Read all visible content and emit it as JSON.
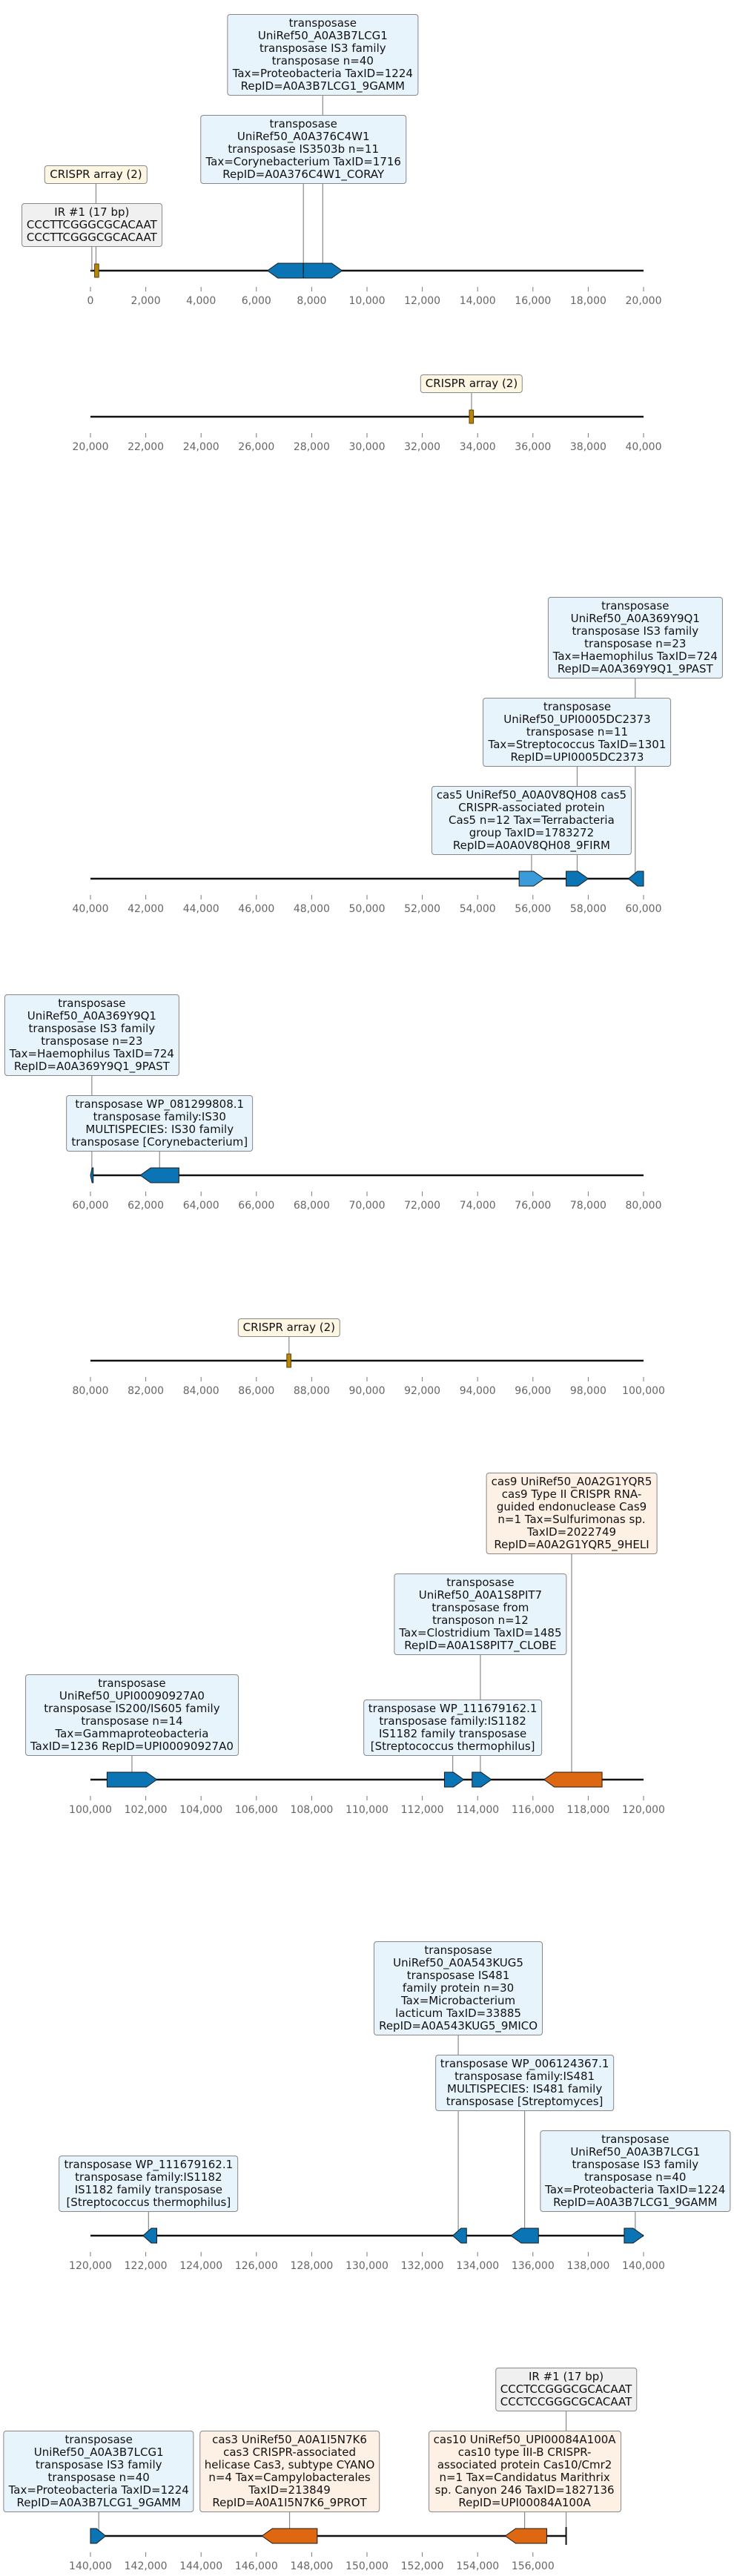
{
  "colors": {
    "transposase": "#0b74b5",
    "transposase_light": "#3a9bd8",
    "cas": "#dd6811",
    "crispr": "#b8860b",
    "box_blue": "#e8f4fc",
    "box_orange": "#fdf0e4",
    "box_cream": "#fdf6e3",
    "box_grey": "#f0f0f0"
  },
  "panels": [
    {
      "domain": [
        0,
        20000
      ],
      "ticks": [
        "0",
        "2,000",
        "4,000",
        "6,000",
        "8,000",
        "10,000",
        "12,000",
        "14,000",
        "16,000",
        "18,000",
        "20,000"
      ],
      "line_end": 20000,
      "features": [
        {
          "kind": "crispr",
          "start": 150,
          "end": 300
        },
        {
          "kind": "gene",
          "start": 6400,
          "end": 7700,
          "strand": -1,
          "color": "transposase"
        },
        {
          "kind": "gene",
          "start": 7700,
          "end": 9100,
          "strand": 1,
          "color": "transposase"
        }
      ],
      "labels": [
        {
          "text": "transposase\nUniRef50_A0A3B7LCG1\ntransposase IS3 family\ntransposase n=40\nTax=Proteobacteria TaxID=1224\nRepID=A0A3B7LCG1_9GAMM",
          "style": "blue",
          "anchor": 8400,
          "level": 2
        },
        {
          "text": "transposase\nUniRef50_A0A376C4W1\ntransposase IS3503b n=11\nTax=Corynebacterium TaxID=1716\nRepID=A0A376C4W1_CORAY",
          "style": "blue",
          "anchor": 7700,
          "level": 1
        },
        {
          "text": "CRISPR array (2)",
          "style": "cream",
          "anchor": 200,
          "level": 1
        },
        {
          "text": "IR #1 (17 bp)\nCCCTTCGGGCGCACAAT\nCCCTTCGGGCGCACAAT",
          "style": "grey",
          "anchor": 50,
          "level": 0
        }
      ]
    },
    {
      "domain": [
        20000,
        40000
      ],
      "ticks": [
        "20,000",
        "22,000",
        "24,000",
        "26,000",
        "28,000",
        "30,000",
        "32,000",
        "34,000",
        "36,000",
        "38,000",
        "40,000"
      ],
      "line_end": 40000,
      "features": [
        {
          "kind": "crispr",
          "start": 33700,
          "end": 33850
        }
      ],
      "labels": [
        {
          "text": "CRISPR array (2)",
          "style": "cream",
          "anchor": 33780,
          "level": 0
        }
      ]
    },
    {
      "domain": [
        40000,
        60000
      ],
      "ticks": [
        "40,000",
        "42,000",
        "44,000",
        "46,000",
        "48,000",
        "50,000",
        "52,000",
        "54,000",
        "56,000",
        "58,000",
        "60,000"
      ],
      "line_end": 60000,
      "features": [
        {
          "kind": "gene",
          "start": 55500,
          "end": 56400,
          "strand": 1,
          "color": "transposase_light"
        },
        {
          "kind": "gene",
          "start": 57200,
          "end": 58000,
          "strand": 1,
          "color": "transposase"
        },
        {
          "kind": "gene",
          "start": 59450,
          "end": 60000,
          "strand": -1,
          "color": "transposase"
        }
      ],
      "labels": [
        {
          "text": "transposase\nUniRef50_A0A369Y9Q1\ntransposase IS3 family\ntransposase n=23\nTax=Haemophilus TaxID=724\nRepID=A0A369Y9Q1_9PAST",
          "style": "blue",
          "anchor": 59700,
          "level": 2
        },
        {
          "text": "transposase\nUniRef50_UPI0005DC2373\ntransposase n=11\nTax=Streptococcus TaxID=1301\nRepID=UPI0005DC2373",
          "style": "blue",
          "anchor": 57600,
          "level": 1
        },
        {
          "text": "cas5 UniRef50_A0A0V8QH08 cas5\nCRISPR-associated protein\nCas5 n=12 Tax=Terrabacteria\ngroup TaxID=1783272\nRepID=A0A0V8QH08_9FIRM",
          "style": "blue",
          "anchor": 55950,
          "level": 0
        }
      ]
    },
    {
      "domain": [
        60000,
        80000
      ],
      "ticks": [
        "60,000",
        "62,000",
        "64,000",
        "66,000",
        "68,000",
        "70,000",
        "72,000",
        "74,000",
        "76,000",
        "78,000",
        "80,000"
      ],
      "line_end": 80000,
      "features": [
        {
          "kind": "gene",
          "start": 60000,
          "end": 60100,
          "strand": -1,
          "color": "transposase"
        },
        {
          "kind": "gene",
          "start": 61800,
          "end": 63200,
          "strand": -1,
          "color": "transposase"
        }
      ],
      "labels": [
        {
          "text": "transposase\nUniRef50_A0A369Y9Q1\ntransposase IS3 family\ntransposase n=23\nTax=Haemophilus TaxID=724\nRepID=A0A369Y9Q1_9PAST",
          "style": "blue",
          "anchor": 60050,
          "level": 1
        },
        {
          "text": "transposase WP_081299808.1\ntransposase family:IS30\nMULTISPECIES: IS30 family\ntransposase [Corynebacterium]",
          "style": "blue",
          "anchor": 62500,
          "level": 0
        }
      ]
    },
    {
      "domain": [
        80000,
        100000
      ],
      "ticks": [
        "80,000",
        "82,000",
        "84,000",
        "86,000",
        "88,000",
        "90,000",
        "92,000",
        "94,000",
        "96,000",
        "98,000",
        "100,000"
      ],
      "line_end": 100000,
      "features": [
        {
          "kind": "crispr",
          "start": 87100,
          "end": 87250
        }
      ],
      "labels": [
        {
          "text": "CRISPR array (2)",
          "style": "cream",
          "anchor": 87180,
          "level": 0
        }
      ]
    },
    {
      "domain": [
        100000,
        120000
      ],
      "ticks": [
        "100,000",
        "102,000",
        "104,000",
        "106,000",
        "108,000",
        "110,000",
        "112,000",
        "114,000",
        "116,000",
        "118,000",
        "120,000"
      ],
      "line_end": 120000,
      "features": [
        {
          "kind": "gene",
          "start": 100600,
          "end": 102400,
          "strand": 1,
          "color": "transposase"
        },
        {
          "kind": "gene",
          "start": 112800,
          "end": 113500,
          "strand": 1,
          "color": "transposase"
        },
        {
          "kind": "gene",
          "start": 113800,
          "end": 114500,
          "strand": 1,
          "color": "transposase"
        },
        {
          "kind": "gene",
          "start": 116400,
          "end": 118500,
          "strand": -1,
          "color": "cas"
        }
      ],
      "labels": [
        {
          "text": "cas9 UniRef50_A0A2G1YQR5\ncas9 Type II CRISPR RNA-\nguided endonuclease Cas9\nn=1 Tax=Sulfurimonas sp.\nTaxID=2022749\nRepID=A0A2G1YQR5_9HELI",
          "style": "orange",
          "anchor": 117400,
          "level": 2
        },
        {
          "text": "transposase\nUniRef50_A0A1S8PIT7\ntransposase from\ntransposon n=12\nTax=Clostridium TaxID=1485\nRepID=A0A1S8PIT7_CLOBE",
          "style": "blue",
          "anchor": 114100,
          "level": 1
        },
        {
          "text": "transposase\nUniRef50_UPI00090927A0\ntransposase IS200/IS605 family\ntransposase n=14\nTax=Gammaproteobacteria\nTaxID=1236 RepID=UPI00090927A0",
          "style": "blue",
          "anchor": 101500,
          "level": 0
        },
        {
          "text": "transposase WP_111679162.1\ntransposase family:IS1182\nIS1182 family transposase\n[Streptococcus thermophilus]",
          "style": "blue",
          "anchor": 113100,
          "level": 0
        }
      ]
    },
    {
      "domain": [
        120000,
        140000
      ],
      "ticks": [
        "120,000",
        "122,000",
        "124,000",
        "126,000",
        "128,000",
        "130,000",
        "132,000",
        "134,000",
        "136,000",
        "138,000",
        "140,000"
      ],
      "line_end": 140000,
      "features": [
        {
          "kind": "gene",
          "start": 121900,
          "end": 122400,
          "strand": -1,
          "color": "transposase"
        },
        {
          "kind": "gene",
          "start": 133100,
          "end": 133600,
          "strand": -1,
          "color": "transposase"
        },
        {
          "kind": "gene",
          "start": 135200,
          "end": 136200,
          "strand": -1,
          "color": "transposase"
        },
        {
          "kind": "gene",
          "start": 139300,
          "end": 140000,
          "strand": 1,
          "color": "transposase"
        }
      ],
      "labels": [
        {
          "text": "transposase\nUniRef50_A0A543KUG5\ntransposase IS481\nfamily protein n=30\nTax=Microbacterium\nlacticum TaxID=33885\nRepID=A0A543KUG5_9MICO",
          "style": "blue",
          "anchor": 133300,
          "level": 2
        },
        {
          "text": "transposase WP_006124367.1\ntransposase family:IS481\nMULTISPECIES: IS481 family\ntransposase [Streptomyces]",
          "style": "blue",
          "anchor": 135700,
          "level": 1
        },
        {
          "text": "transposase WP_111679162.1\ntransposase family:IS1182\nIS1182 family transposase\n[Streptococcus thermophilus]",
          "style": "blue",
          "anchor": 122100,
          "level": 0
        },
        {
          "text": "transposase\nUniRef50_A0A3B7LCG1\ntransposase IS3 family\ntransposase n=40\nTax=Proteobacteria TaxID=1224\nRepID=A0A3B7LCG1_9GAMM",
          "style": "blue",
          "anchor": 139700,
          "level": 0
        }
      ]
    },
    {
      "domain": [
        140000,
        160000
      ],
      "ticks": [
        "140,000",
        "142,000",
        "144,000",
        "146,000",
        "148,000",
        "150,000",
        "152,000",
        "154,000",
        "156,000"
      ],
      "line_end": 157200,
      "features": [
        {
          "kind": "gene",
          "start": 140000,
          "end": 140550,
          "strand": 1,
          "color": "transposase"
        },
        {
          "kind": "gene",
          "start": 146200,
          "end": 148200,
          "strand": -1,
          "color": "cas"
        },
        {
          "kind": "gene",
          "start": 155000,
          "end": 156500,
          "strand": -1,
          "color": "cas"
        },
        {
          "kind": "marker",
          "start": 157200,
          "end": 157200
        }
      ],
      "labels": [
        {
          "text": "IR #1 (17 bp)\nCCCTCCGGGCGCACAAT\nCCCTCCGGGCGCACAAT",
          "style": "grey",
          "anchor": 157200,
          "level": 1
        },
        {
          "text": "transposase\nUniRef50_A0A3B7LCG1\ntransposase IS3 family\ntransposase n=40\nTax=Proteobacteria TaxID=1224\nRepID=A0A3B7LCG1_9GAMM",
          "style": "blue",
          "anchor": 140300,
          "level": 0
        },
        {
          "text": "cas3 UniRef50_A0A1I5N7K6\ncas3 CRISPR-associated\nhelicase Cas3, subtype CYANO\nn=4 Tax=Campylobacterales\nTaxID=213849\nRepID=A0A1I5N7K6_9PROT",
          "style": "orange",
          "anchor": 147200,
          "level": 0
        },
        {
          "text": "cas10 UniRef50_UPI00084A100A\ncas10 type III-B CRISPR-\nassociated protein Cas10/Cmr2\nn=1 Tax=Candidatus Marithrix\nsp. Canyon 246 TaxID=1827136\nRepID=UPI00084A100A",
          "style": "orange",
          "anchor": 155700,
          "level": 0
        }
      ]
    }
  ]
}
